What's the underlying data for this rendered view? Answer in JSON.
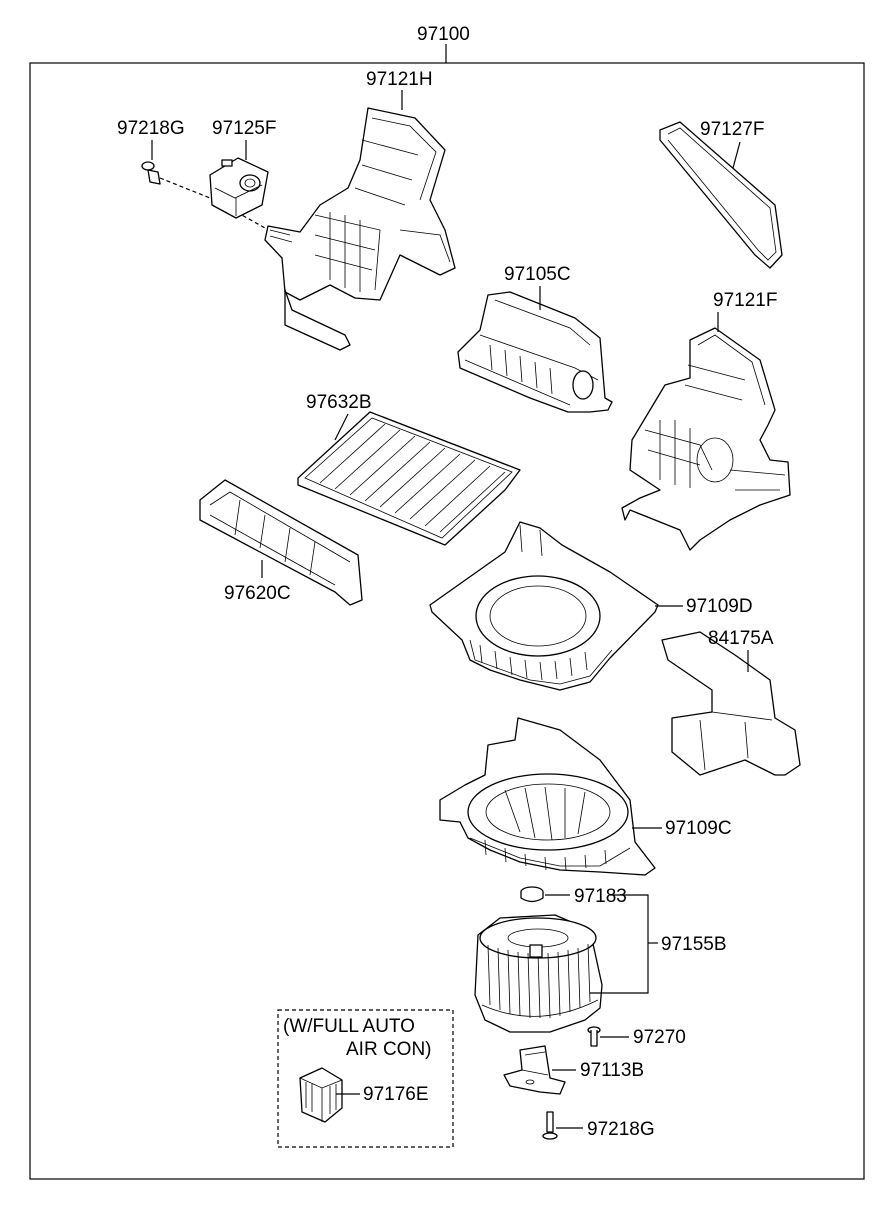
{
  "assembly_number": "97100",
  "parts": [
    {
      "id": "p-97121h",
      "number": "97121H"
    },
    {
      "id": "p-97218g-top",
      "number": "97218G"
    },
    {
      "id": "p-97125f",
      "number": "97125F"
    },
    {
      "id": "p-97127f",
      "number": "97127F"
    },
    {
      "id": "p-97105c",
      "number": "97105C"
    },
    {
      "id": "p-97121f",
      "number": "97121F"
    },
    {
      "id": "p-97632b",
      "number": "97632B"
    },
    {
      "id": "p-97620c",
      "number": "97620C"
    },
    {
      "id": "p-97109d",
      "number": "97109D"
    },
    {
      "id": "p-84175a",
      "number": "84175A"
    },
    {
      "id": "p-97109c",
      "number": "97109C"
    },
    {
      "id": "p-97183",
      "number": "97183"
    },
    {
      "id": "p-97155b",
      "number": "97155B"
    },
    {
      "id": "p-97270",
      "number": "97270"
    },
    {
      "id": "p-97113b",
      "number": "97113B"
    },
    {
      "id": "p-97218g-bottom",
      "number": "97218G"
    },
    {
      "id": "p-97176e",
      "number": "97176E"
    }
  ],
  "option_note": {
    "line1": "(W/FULL AUTO",
    "line2": "AIR CON)"
  }
}
